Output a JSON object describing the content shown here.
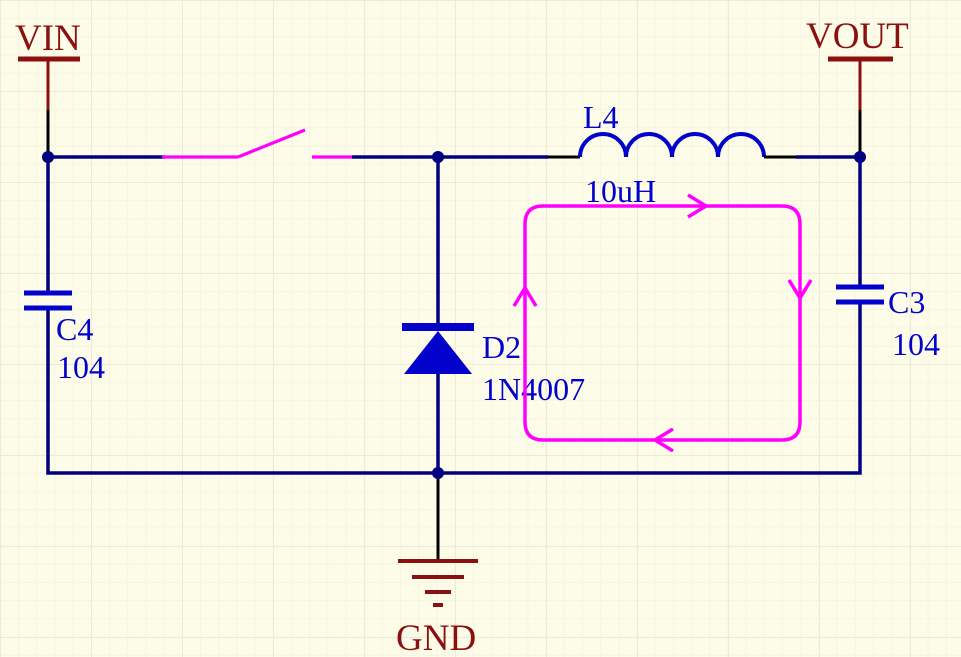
{
  "schematic": {
    "type": "circuit-schematic",
    "description": "Buck converter stage with switch, catch diode, inductor, input/output capacitors and a magenta current-loop annotation",
    "colors": {
      "background": "#FCFCE8",
      "wire": "#000080",
      "component": "#0202CC",
      "power_port": "#8B1010",
      "annotation": "#FF00FF",
      "pin": "#000000"
    },
    "nets": {
      "vin": "VIN",
      "vout": "VOUT",
      "gnd": "GND"
    },
    "components": {
      "l4": {
        "ref": "L4",
        "value": "10uH",
        "kind": "inductor"
      },
      "d2": {
        "ref": "D2",
        "value": "1N4007",
        "kind": "diode"
      },
      "c4": {
        "ref": "C4",
        "value": "104",
        "kind": "capacitor"
      },
      "c3": {
        "ref": "C3",
        "value": "104",
        "kind": "capacitor"
      },
      "sw": {
        "kind": "switch-open"
      }
    },
    "annotations": {
      "current_loop": {
        "direction": "clockwise",
        "color": "#FF00FF"
      }
    }
  }
}
